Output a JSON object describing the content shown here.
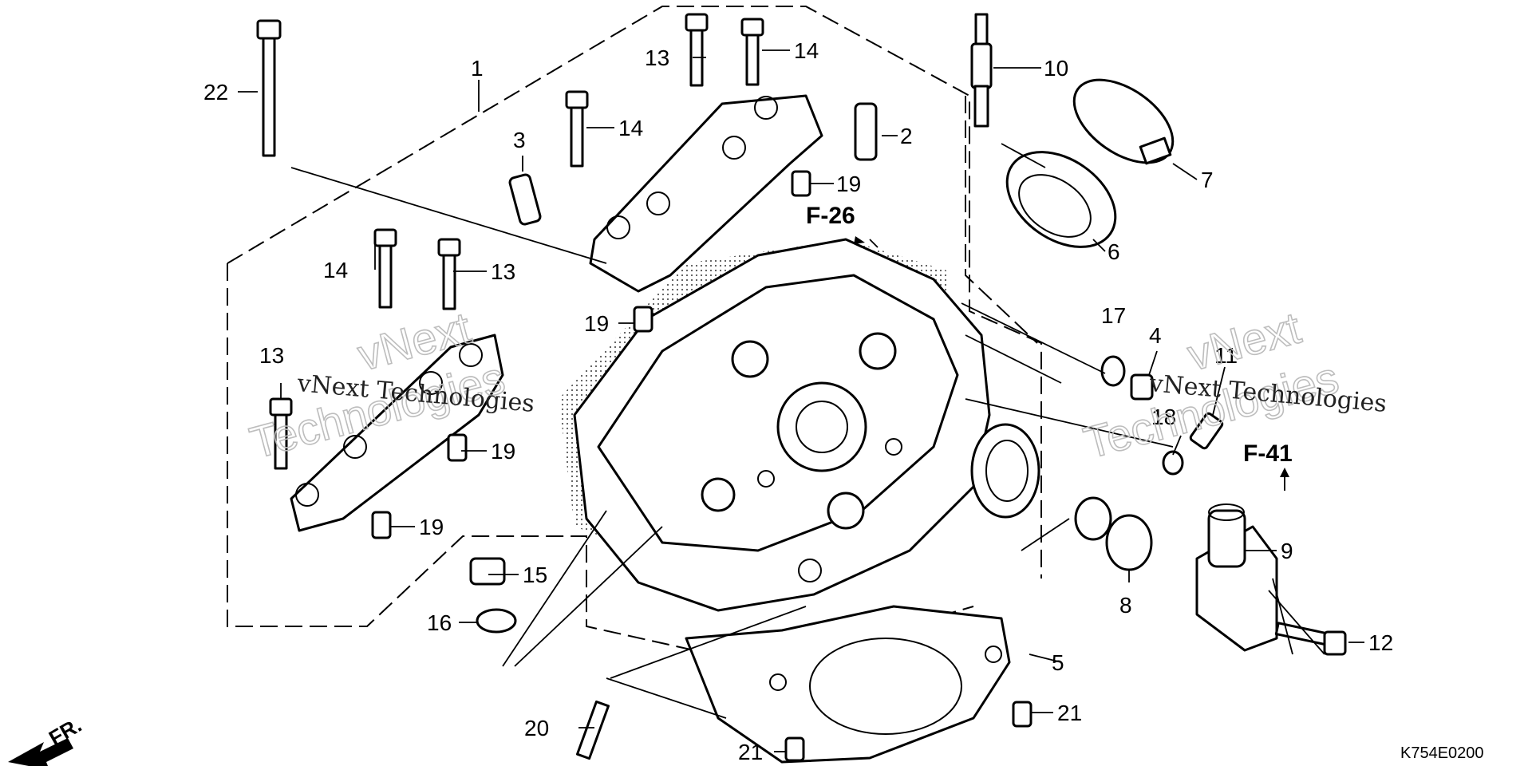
{
  "callouts": [
    {
      "id": "c1",
      "text": "1"
    },
    {
      "id": "c2",
      "text": "2"
    },
    {
      "id": "c3",
      "text": "3"
    },
    {
      "id": "c4",
      "text": "4"
    },
    {
      "id": "c5",
      "text": "5"
    },
    {
      "id": "c6",
      "text": "6"
    },
    {
      "id": "c7",
      "text": "7"
    },
    {
      "id": "c8",
      "text": "8"
    },
    {
      "id": "c9",
      "text": "9"
    },
    {
      "id": "c10",
      "text": "10"
    },
    {
      "id": "c11",
      "text": "11"
    },
    {
      "id": "c12",
      "text": "12"
    },
    {
      "id": "c13",
      "text": "13"
    },
    {
      "id": "c14",
      "text": "14"
    },
    {
      "id": "c15",
      "text": "15"
    },
    {
      "id": "c16",
      "text": "16"
    },
    {
      "id": "c17",
      "text": "17"
    },
    {
      "id": "c18",
      "text": "18"
    },
    {
      "id": "c19",
      "text": "19"
    },
    {
      "id": "c20",
      "text": "20"
    },
    {
      "id": "c21",
      "text": "21"
    },
    {
      "id": "c22",
      "text": "22"
    }
  ],
  "refs": {
    "f26": "F-26",
    "f41": "F-41"
  },
  "watermark": {
    "brand_top": "vNext",
    "brand_bottom": "Technologies",
    "brand_line": "vNext Technologies"
  },
  "direction_label": "FR.",
  "diagram_code": "K754E0200"
}
